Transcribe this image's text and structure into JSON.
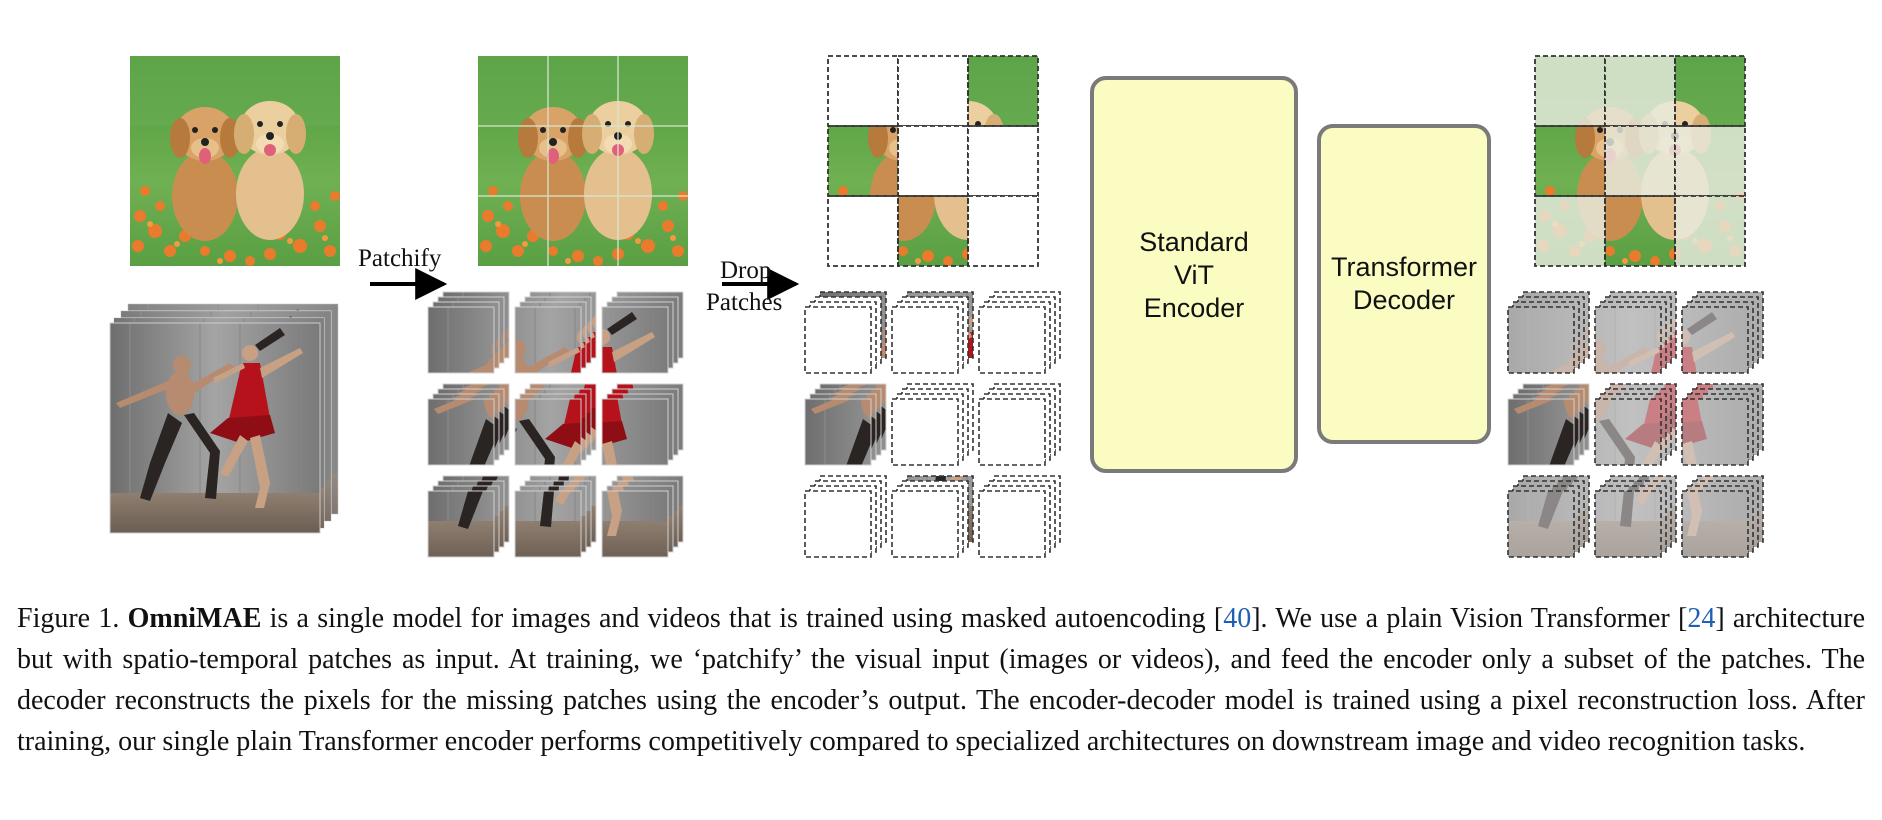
{
  "figure": {
    "arrow1_label": "Patchify",
    "arrow2_label_line1": "Drop",
    "arrow2_label_line2": "Patches",
    "encoder_lines": [
      "Standard",
      "ViT",
      "Encoder"
    ],
    "decoder_lines": [
      "Transformer",
      "Decoder"
    ],
    "colors": {
      "box_fill": "#fafcc2",
      "box_stroke": "#7a7a7a",
      "grass": "#5fa247",
      "flowers": "#e8742a",
      "dog_light": "#e9c48f",
      "dog_dark": "#c98e4f",
      "dancer_red": "#b5121b",
      "gray_bg": "#8c8c8c"
    }
  },
  "caption": {
    "label": "Figure 1.",
    "model": "OmniMAE",
    "t1": " is a single model for images and videos that is trained using masked autoencoding [",
    "ref1": "40",
    "t2": "]. We use a plain Vision Transformer [",
    "ref2": "24",
    "t3": "] architecture but with spatio-temporal patches as input. At training, we ‘patchify’ the visual input (images or videos), and feed the encoder only a subset of the patches. The decoder reconstructs the pixels for the missing patches using the encoder’s output. The encoder-decoder model is trained using a pixel reconstruction loss. After training, our single plain Transformer encoder performs competitively compared to specialized architectures on downstream image and video recognition tasks."
  }
}
